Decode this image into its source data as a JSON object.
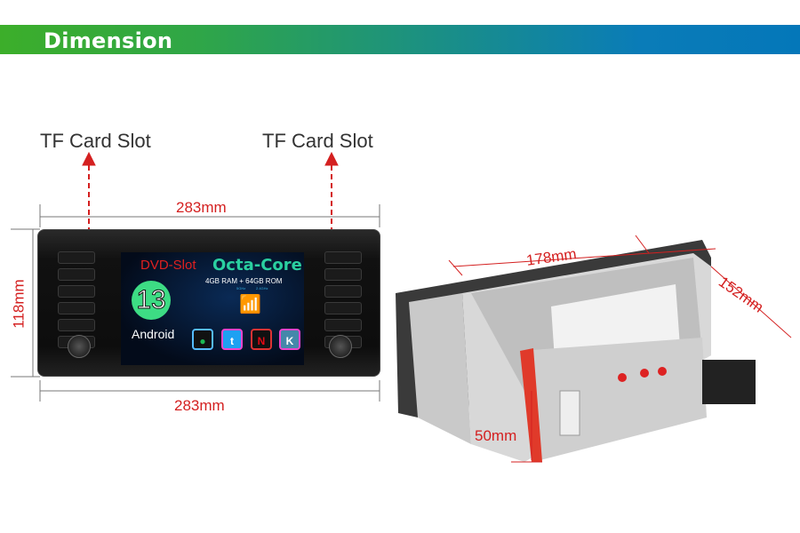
{
  "banner": {
    "title": "Dimension"
  },
  "labels": {
    "tf_left": "TF Card Slot",
    "tf_right": "TF Card Slot"
  },
  "dimensions": {
    "front_width_top": "283mm",
    "front_width_bottom": "283mm",
    "front_height": "118mm",
    "chassis_width": "178mm",
    "chassis_depth": "152mm",
    "chassis_height": "50mm"
  },
  "screen": {
    "dvd_slot": "DVD-Slot",
    "cpu": "Octa-Core",
    "memory": "4GB RAM + 64GB ROM",
    "wifi_5g": "5GHz",
    "wifi_24g": "2.4GHz",
    "android_version": "13",
    "android_label": "Android"
  },
  "colors": {
    "accent": "#d42020",
    "banner_start": "#3cae2a",
    "banner_end": "#0477b9"
  }
}
